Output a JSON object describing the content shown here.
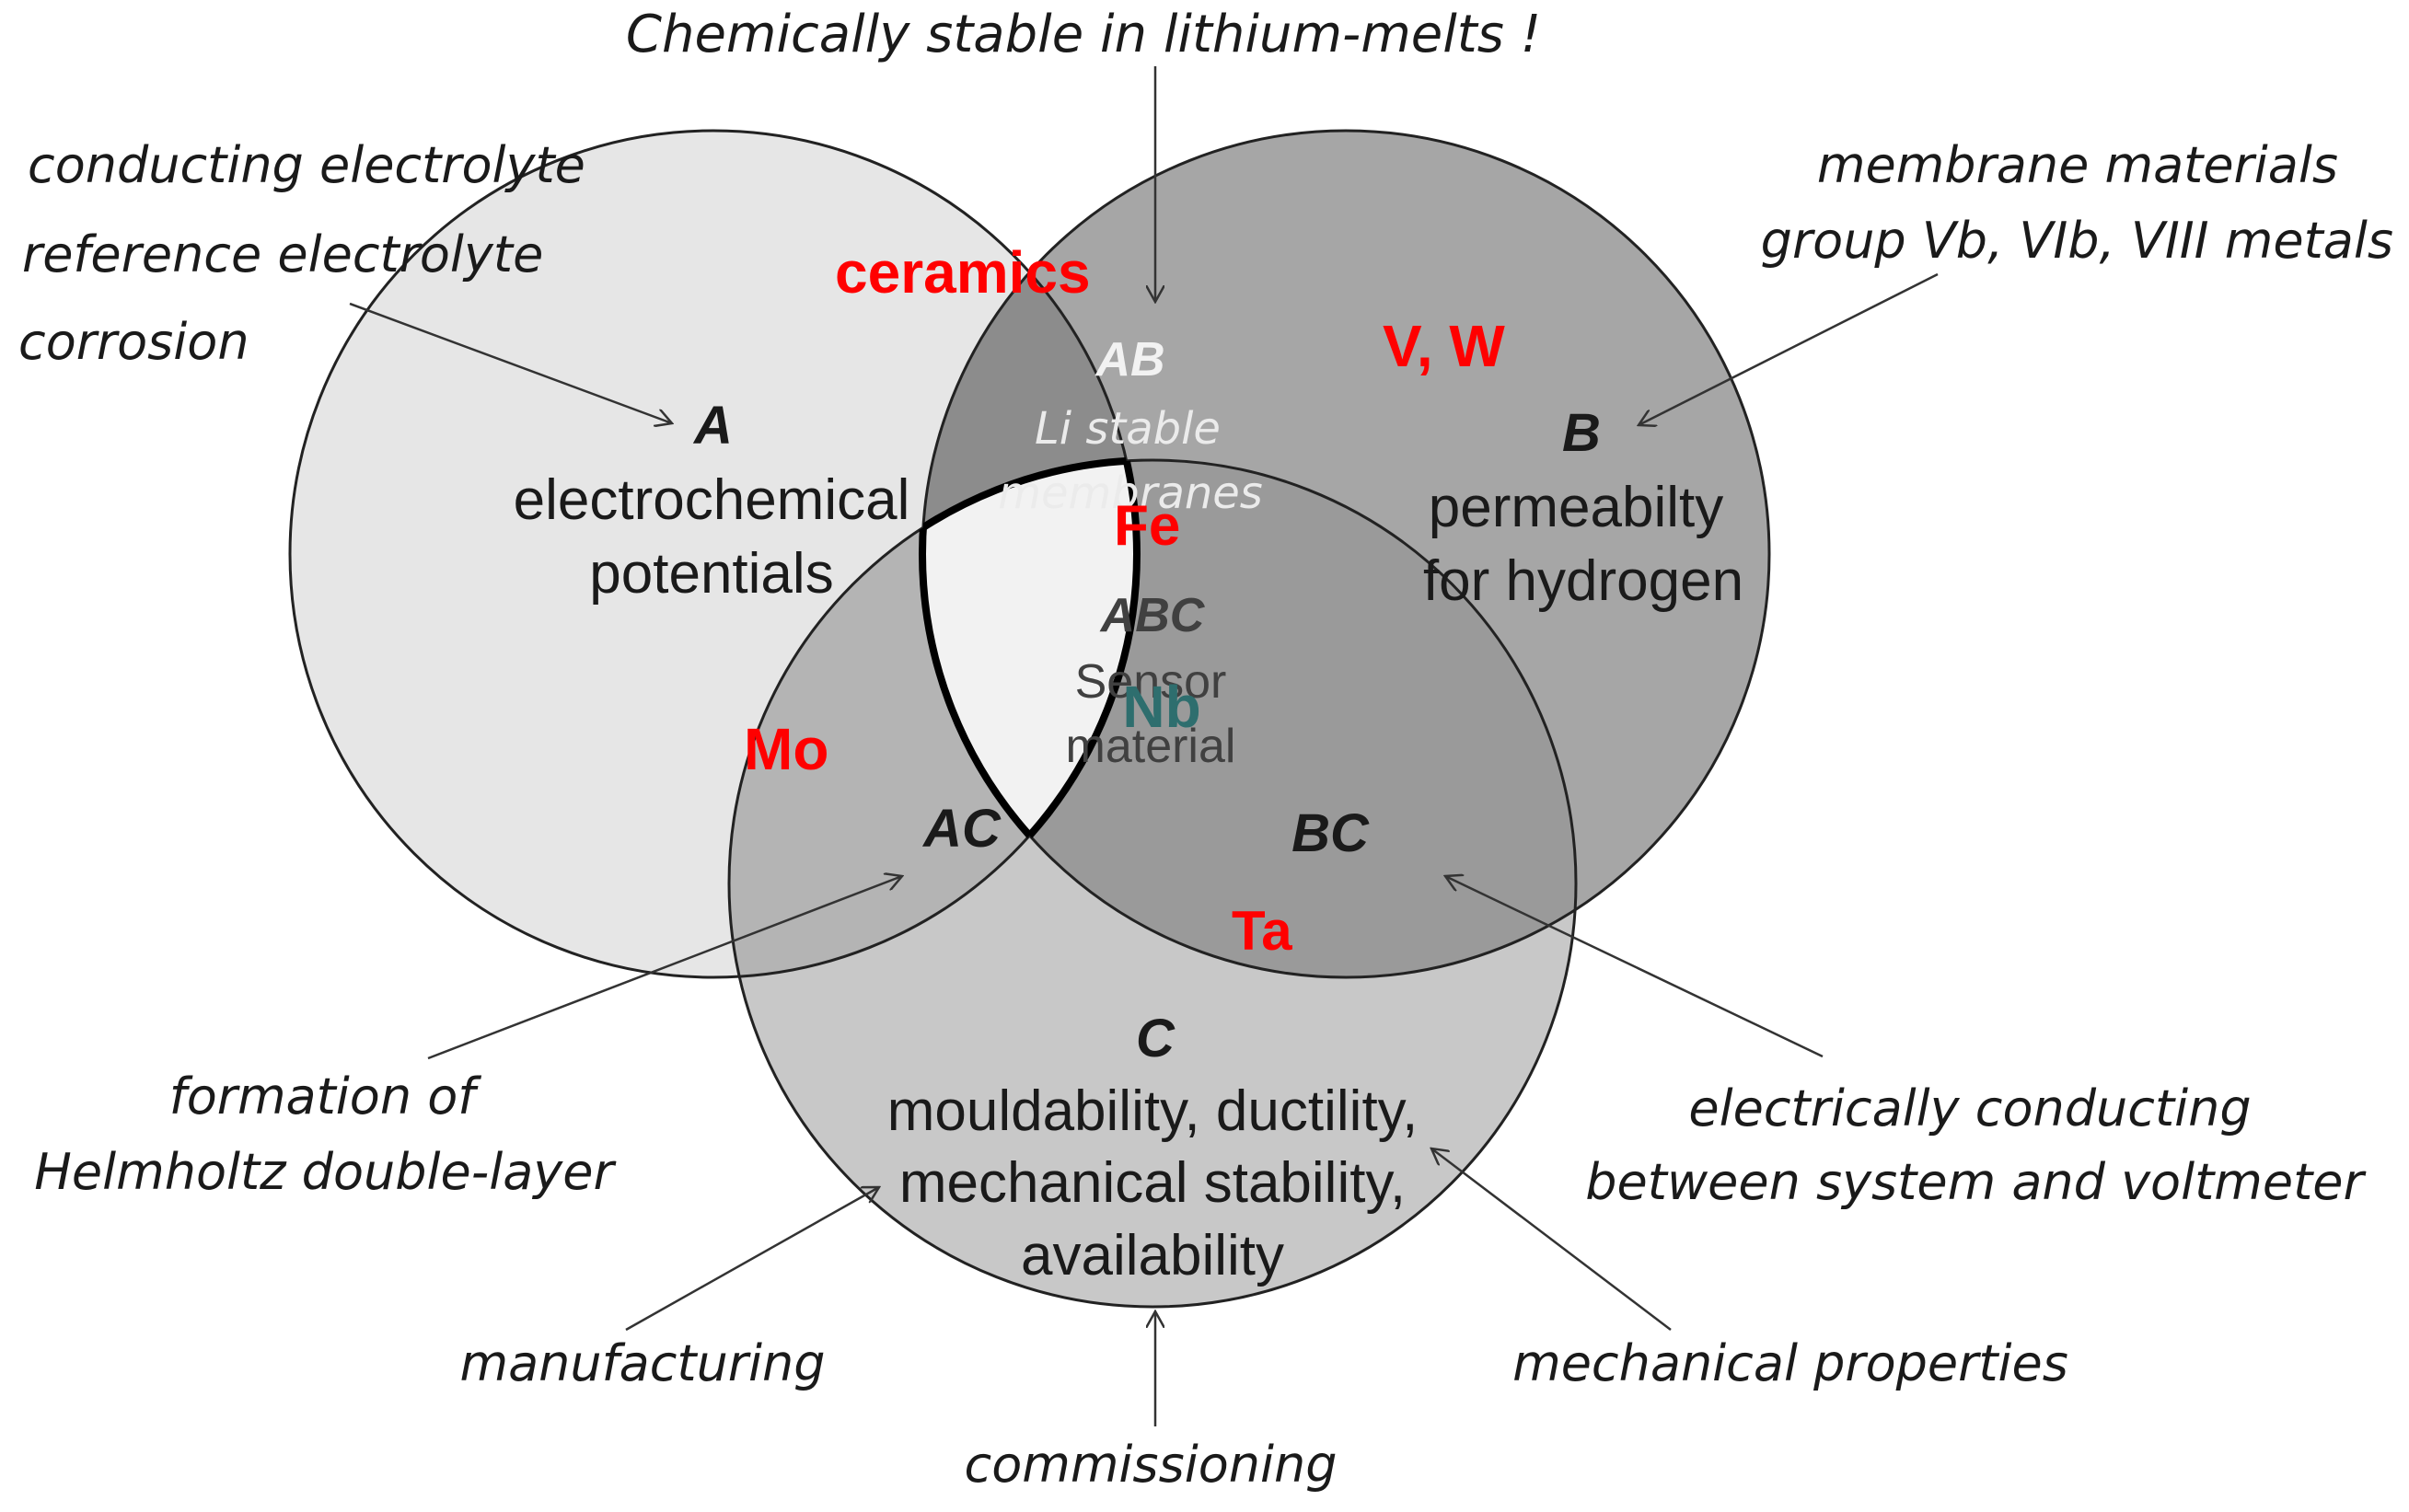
{
  "diagram": {
    "top_note": "Chemically stable in lithium-melts !",
    "left_notes": [
      "conducting electrolyte",
      "reference electrolyte",
      "corrosion"
    ],
    "right_notes": [
      "membrane materials",
      "group Vb, VIb, VIII metals"
    ],
    "set_a": {
      "letter": "A",
      "line1": "electrochemical",
      "line2": "potentials"
    },
    "set_b": {
      "letter": "B",
      "line1": "permeabilty",
      "line2": "for hydrogen"
    },
    "set_c": {
      "letter": "C",
      "line1": "mouldability, ductility,",
      "line2": "mechanical stability,",
      "line3": "availability"
    },
    "ab": {
      "letter": "AB",
      "line1": "Li stable",
      "line2": "membranes"
    },
    "abc": {
      "letter": "ABC",
      "line1": "Sensor",
      "line2": "material"
    },
    "ac": {
      "letter": "AC"
    },
    "bc": {
      "letter": "BC"
    },
    "materials": {
      "ceramics": "ceramics",
      "vw": "V, W",
      "fe": "Fe",
      "mo": "Mo",
      "nb": "Nb",
      "ta": "Ta"
    },
    "helmholtz": [
      "formation of",
      "Helmholtz double-layer"
    ],
    "electrical": [
      "electrically conducting",
      "between system and voltmeter"
    ],
    "manufacturing": "manufacturing",
    "commissioning": "commissioning",
    "mechanical_props": "mechanical properties",
    "colors": {
      "set_a_fill": "#e6e6e6",
      "set_b_fill": "#a6a6a6",
      "set_c_fill": "#c8c8c8",
      "ab_fill": "#8c8c8c",
      "ac_fill": "#b4b4b4",
      "bc_fill": "#9a9a9a",
      "abc_fill": "#f2f2f2",
      "material_red": "#ff0000",
      "nb_teal": "#2e6e6e"
    }
  }
}
